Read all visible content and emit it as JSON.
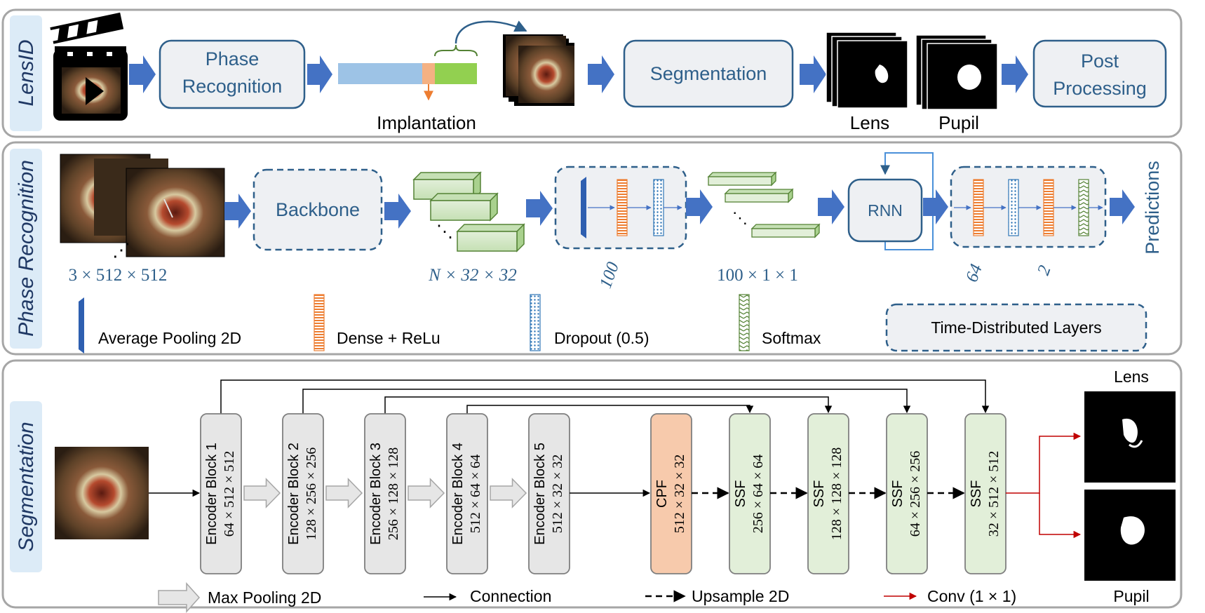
{
  "panels": {
    "lensid": {
      "label": "LensID"
    },
    "phase": {
      "label": "Phase Recognition"
    },
    "segmentation": {
      "label": "Segmentation"
    }
  },
  "lensid_row": {
    "phase_recognition_lines": [
      "Phase",
      "Recognition"
    ],
    "implantation_label": "Implantation",
    "segmentation_label": "Segmentation",
    "lens_label": "Lens",
    "pupil_label": "Pupil",
    "post_processing_lines": [
      "Post",
      "Processing"
    ]
  },
  "phase_row": {
    "input_dim": "3 × 512 × 512",
    "backbone_label": "Backbone",
    "feature_dim": "N × 32 × 32",
    "pool_dim": "100",
    "seq_dim": "100 × 1 × 1",
    "rnn_label": "RNN",
    "dense_dim": "64",
    "softmax_dim": "2",
    "predictions_label": "Predictions",
    "legend": {
      "avg_pool": "Average Pooling 2D",
      "dense_relu": "Dense + ReLu",
      "dropout": "Dropout (0.5)",
      "softmax": "Softmax",
      "time_distributed": "Time-Distributed Layers"
    }
  },
  "segmentation_row": {
    "blocks": [
      {
        "name": "Encoder Block 1",
        "dim": "64 × 512 × 512",
        "kind": "enc"
      },
      {
        "name": "Encoder Block 2",
        "dim": "128 × 256 × 256",
        "kind": "enc"
      },
      {
        "name": "Encoder Block 3",
        "dim": "256 × 128 × 128",
        "kind": "enc"
      },
      {
        "name": "Encoder Block 4",
        "dim": "512 × 64 × 64",
        "kind": "enc"
      },
      {
        "name": "Encoder Block 5",
        "dim": "512 × 32 × 32",
        "kind": "enc"
      },
      {
        "name": "CPF",
        "dim": "512 × 32 × 32",
        "kind": "cpf"
      },
      {
        "name": "SSF",
        "dim": "256 × 64 × 64",
        "kind": "ssf"
      },
      {
        "name": "SSF",
        "dim": "128 × 128 × 128",
        "kind": "ssf"
      },
      {
        "name": "SSF",
        "dim": "64 × 256 × 256",
        "kind": "ssf"
      },
      {
        "name": "SSF",
        "dim": "32 × 512 × 512",
        "kind": "ssf"
      }
    ],
    "lens_label": "Lens",
    "pupil_label": "Pupil",
    "legend": {
      "max_pool": "Max Pooling 2D",
      "connection": "Connection",
      "upsample": "Upsample 2D",
      "conv": "Conv (1 × 1)"
    }
  },
  "colors": {
    "accent_blue": "#4472c4",
    "dark_blue_text": "#2e5f8a",
    "dense_orange": "#ed7d31",
    "dropout_blue": "#2e75b6",
    "softmax_green": "#548235",
    "green_block": "#e2efd9",
    "orange_block": "#f7caac",
    "conv_red": "#c00000",
    "phase_bar_blue": "#9dc3e6",
    "phase_bar_orange": "#f4b183",
    "phase_bar_green": "#92d050"
  }
}
